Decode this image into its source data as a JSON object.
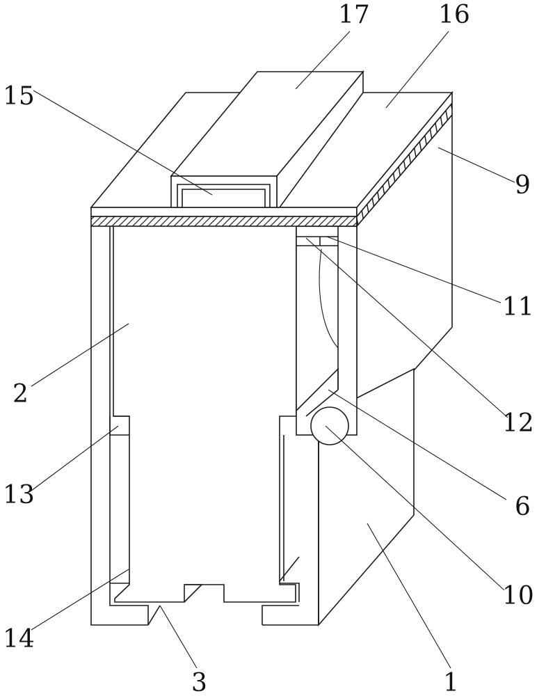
{
  "callouts": [
    {
      "id": "1",
      "text": "1"
    },
    {
      "id": "2",
      "text": "2"
    },
    {
      "id": "3",
      "text": "3"
    },
    {
      "id": "6",
      "text": "6"
    },
    {
      "id": "9",
      "text": "9"
    },
    {
      "id": "10",
      "text": "10"
    },
    {
      "id": "11",
      "text": "11"
    },
    {
      "id": "12",
      "text": "12"
    },
    {
      "id": "13",
      "text": "13"
    },
    {
      "id": "14",
      "text": "14"
    },
    {
      "id": "15",
      "text": "15"
    },
    {
      "id": "16",
      "text": "16"
    },
    {
      "id": "17",
      "text": "17"
    }
  ]
}
